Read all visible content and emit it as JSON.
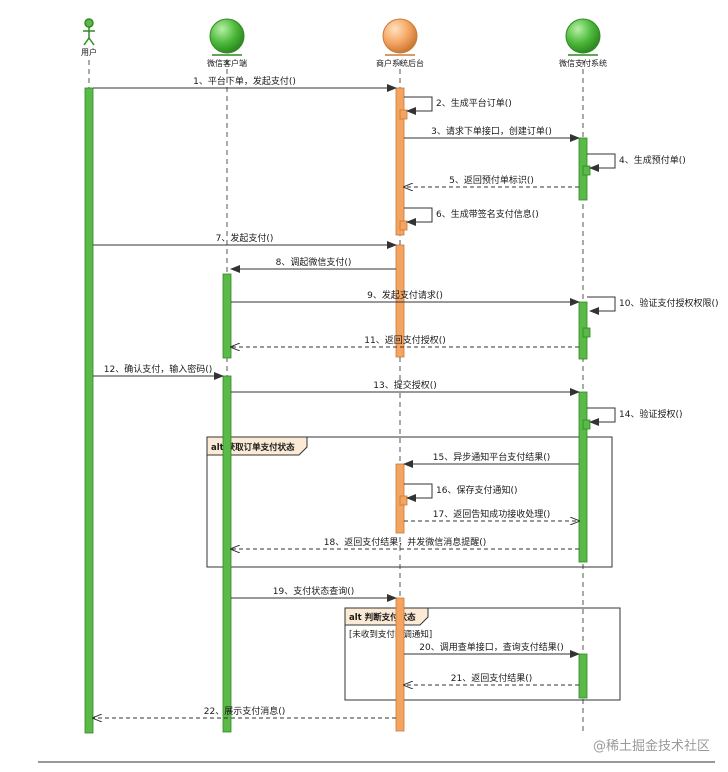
{
  "participants": [
    {
      "id": "user",
      "label": "用户",
      "kind": "actor",
      "color": "#5aba47"
    },
    {
      "id": "wechat_client",
      "label": "微信客户端",
      "kind": "entity",
      "color": "#5aba47"
    },
    {
      "id": "merchant",
      "label": "商户系统后台",
      "kind": "entity",
      "color": "#f4a460"
    },
    {
      "id": "wxpay",
      "label": "微信支付系统",
      "kind": "entity",
      "color": "#5aba47"
    }
  ],
  "messages": [
    {
      "label": "1、平台下单，发起支付()",
      "from": "user",
      "to": "merchant",
      "style": "solid"
    },
    {
      "label": "2、生成平台订单()",
      "from": "merchant",
      "to": "merchant",
      "style": "self"
    },
    {
      "label": "3、请求下单接口，创建订单()",
      "from": "merchant",
      "to": "wxpay",
      "style": "solid"
    },
    {
      "label": "4、生成预付单()",
      "from": "wxpay",
      "to": "wxpay",
      "style": "self"
    },
    {
      "label": "5、返回预付单标识()",
      "from": "wxpay",
      "to": "merchant",
      "style": "dashed"
    },
    {
      "label": "6、生成带签名支付信息()",
      "from": "merchant",
      "to": "merchant",
      "style": "self"
    },
    {
      "label": "7、发起支付()",
      "from": "user",
      "to": "merchant",
      "style": "solid"
    },
    {
      "label": "8、调起微信支付()",
      "from": "merchant",
      "to": "wechat_client",
      "style": "solid"
    },
    {
      "label": "9、发起支付请求()",
      "from": "wechat_client",
      "to": "wxpay",
      "style": "solid"
    },
    {
      "label": "10、验证支付授权权限()",
      "from": "wxpay",
      "to": "wxpay",
      "style": "self"
    },
    {
      "label": "11、返回支付授权()",
      "from": "wxpay",
      "to": "wechat_client",
      "style": "dashed"
    },
    {
      "label": "12、确认支付，输入密码()",
      "from": "user",
      "to": "wechat_client",
      "style": "solid"
    },
    {
      "label": "13、提交授权()",
      "from": "wechat_client",
      "to": "wxpay",
      "style": "solid"
    },
    {
      "label": "14、验证授权()",
      "from": "wxpay",
      "to": "wxpay",
      "style": "self"
    },
    {
      "label": "15、异步通知平台支付结果()",
      "from": "wxpay",
      "to": "merchant",
      "style": "solid"
    },
    {
      "label": "16、保存支付通知()",
      "from": "merchant",
      "to": "merchant",
      "style": "self"
    },
    {
      "label": "17、返回告知成功接收处理()",
      "from": "merchant",
      "to": "wxpay",
      "style": "dashed"
    },
    {
      "label": "18、返回支付结果，并发微信消息提醒()",
      "from": "wxpay",
      "to": "wechat_client",
      "style": "dashed"
    },
    {
      "label": "19、支付状态查询()",
      "from": "wechat_client",
      "to": "merchant",
      "style": "solid"
    },
    {
      "label": "20、调用查单接口，查询支付结果()",
      "from": "merchant",
      "to": "wxpay",
      "style": "solid"
    },
    {
      "label": "21、返回支付结果()",
      "from": "wxpay",
      "to": "merchant",
      "style": "dashed"
    },
    {
      "label": "22、展示支付消息()",
      "from": "merchant",
      "to": "user",
      "style": "dashed"
    }
  ],
  "fragments": [
    {
      "title": "alt 获取订单支付状态",
      "guard": ""
    },
    {
      "title": "alt 判断支付状态",
      "guard": "[未收到支付回调通知]"
    }
  ],
  "watermark": "@稀土掘金技术社区"
}
